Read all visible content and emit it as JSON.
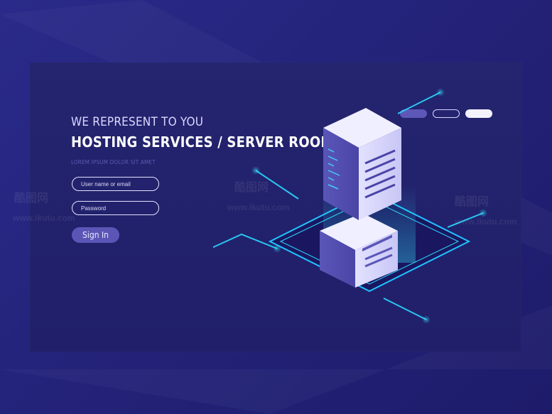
{
  "hero": {
    "pre_title": "WE REPRESENT TO YOU",
    "title": "HOSTING SERVICES / SERVER ROOM",
    "subtitle": "LOREM IPSUM DOLOR SIT AMET"
  },
  "form": {
    "email_placeholder": "User name or email",
    "password_placeholder": "Password",
    "signin_label": "Sign In"
  },
  "pager": {
    "active_index": 0,
    "count": 3
  },
  "colors": {
    "bg": "#24237a",
    "panel": "#24246f",
    "accent": "#5b56b6",
    "glow": "#38e5ff"
  },
  "icons": {
    "server": "server-illustration-icon"
  },
  "watermarks": [
    "酷图网",
    "www.ikutu.com"
  ]
}
